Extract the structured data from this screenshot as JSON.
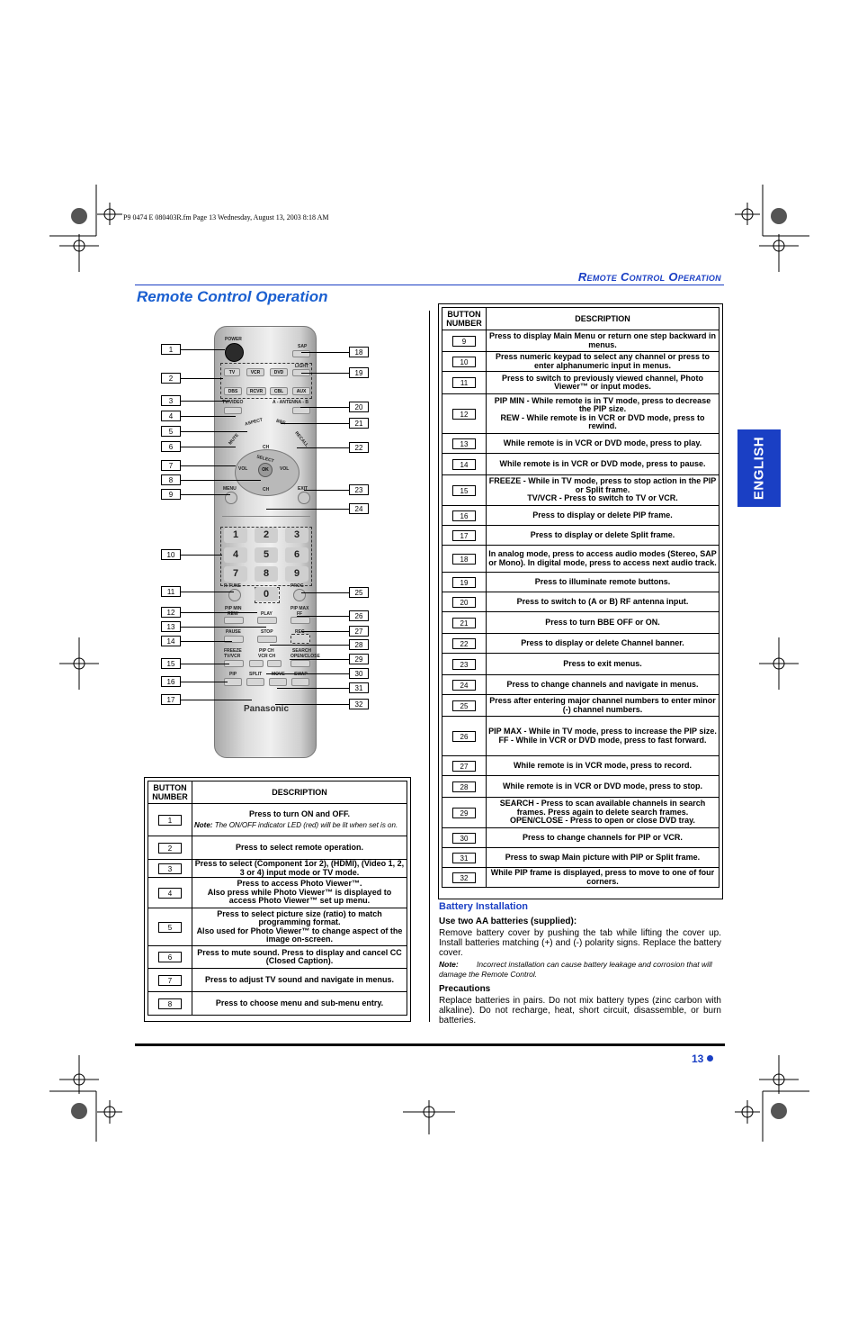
{
  "file_info": "P9 0474 E  080403R.fm  Page 13  Wednesday, August 13, 2003  8:18 AM",
  "running_header": "Remote Control Operation",
  "page_title": "Remote Control Operation",
  "side_tab": "ENGLISH",
  "page_number": "13",
  "remote": {
    "labels": {
      "power": "POWER",
      "sap": "SAP",
      "tv": "TV",
      "vcr": "VCR",
      "dvd": "DVD",
      "light": "LIGHT",
      "dbs": "DBS",
      "rcvr": "RCVR",
      "cbl": "CBL",
      "aux": "AUX",
      "tvvideo": "TV/VIDEO",
      "antenna": "A - ANTENNA - B",
      "aspect": "ASPECT",
      "bbe": "BBE",
      "mute": "MUTE",
      "recall": "RECALL",
      "ch_up": "CH",
      "select": "SELECT",
      "vol_left": "VOL",
      "ok": "OK",
      "vol_right": "VOL",
      "ch_down": "CH",
      "menu": "MENU",
      "exit": "EXIT",
      "digits": [
        "1",
        "2",
        "3",
        "4",
        "5",
        "6",
        "7",
        "8",
        "9",
        "0"
      ],
      "rtune": "R-TUNE",
      "prog": "PROG",
      "pipmin": "PIP MIN",
      "rew": "REW",
      "play": "PLAY",
      "pipmax": "PIP MAX",
      "ff": "FF",
      "pause": "PAUSE",
      "stop": "STOP",
      "rec": "REC",
      "freeze": "FREEZE",
      "tvvcr": "TV/VCR",
      "pipch": "PIP CH",
      "vcrch": "VCR CH",
      "search": "SEARCH",
      "openclose": "OPEN/CLOSE",
      "pip": "PIP",
      "split": "SPLIT",
      "move": "MOVE",
      "swap": "SWAP",
      "brand": "Panasonic"
    },
    "left_callouts": [
      "1",
      "2",
      "3",
      "4",
      "5",
      "6",
      "7",
      "8",
      "9",
      "10",
      "11",
      "12",
      "13",
      "14",
      "15",
      "16",
      "17"
    ],
    "right_callouts": [
      "18",
      "19",
      "20",
      "21",
      "22",
      "23",
      "24",
      "25",
      "26",
      "27",
      "28",
      "29",
      "30",
      "31",
      "32"
    ]
  },
  "table_left": {
    "header_num": "BUTTON NUMBER",
    "header_desc": "DESCRIPTION",
    "rows": [
      {
        "num": "1",
        "desc": "Press to turn ON and OFF.",
        "note_label": "Note:",
        "note": "The ON/OFF indicator LED (red) will be lit when set is on."
      },
      {
        "num": "2",
        "desc": "Press to select remote operation."
      },
      {
        "num": "3",
        "desc": "Press to select (Component 1or 2), (HDMI), (Video 1, 2, 3 or 4) input mode or TV mode."
      },
      {
        "num": "4",
        "desc": "Press to access Photo Viewer™.\nAlso press while Photo Viewer™ is displayed to access Photo Viewer™ set up menu."
      },
      {
        "num": "5",
        "desc": "Press to select picture size (ratio) to match programming format.\nAlso used for Photo Viewer™ to change aspect of the image on-screen."
      },
      {
        "num": "6",
        "desc": "Press to mute sound. Press to display and cancel CC (Closed Caption)."
      },
      {
        "num": "7",
        "desc": "Press to adjust TV sound and navigate in menus."
      },
      {
        "num": "8",
        "desc": "Press to choose menu and sub-menu entry."
      }
    ]
  },
  "table_right": {
    "header_num": "BUTTON NUMBER",
    "header_desc": "DESCRIPTION",
    "rows": [
      {
        "num": "9",
        "desc": "Press to display Main Menu or return one step backward in menus."
      },
      {
        "num": "10",
        "desc": "Press numeric keypad to select any channel or press to enter alphanumeric input in menus."
      },
      {
        "num": "11",
        "desc": "Press to switch to previously viewed channel, Photo Viewer™ or input modes."
      },
      {
        "num": "12",
        "desc": "PIP MIN - While remote is in TV mode, press to decrease the PIP size.\nREW - While remote is in VCR or DVD mode, press to rewind."
      },
      {
        "num": "13",
        "desc": "While remote is in VCR or DVD mode, press to play."
      },
      {
        "num": "14",
        "desc": "While remote is in VCR or DVD mode, press to pause."
      },
      {
        "num": "15",
        "desc": "FREEZE - While in TV mode, press to stop action in the PIP or Split frame.\nTV/VCR - Press to switch to TV or VCR."
      },
      {
        "num": "16",
        "desc": "Press to display or delete PIP frame."
      },
      {
        "num": "17",
        "desc": "Press to display or delete Split frame."
      },
      {
        "num": "18",
        "desc": "In analog mode, press to access audio modes (Stereo, SAP or Mono). In digital mode, press to access next audio track."
      },
      {
        "num": "19",
        "desc": "Press to illuminate remote buttons."
      },
      {
        "num": "20",
        "desc": "Press to switch to (A or B) RF antenna input."
      },
      {
        "num": "21",
        "desc": "Press to turn BBE OFF or ON."
      },
      {
        "num": "22",
        "desc": "Press to display or delete Channel banner."
      },
      {
        "num": "23",
        "desc": "Press to exit menus."
      },
      {
        "num": "24",
        "desc": "Press to change channels and navigate in menus."
      },
      {
        "num": "25",
        "desc": "Press after entering major channel numbers to enter minor (-) channel numbers."
      },
      {
        "num": "26",
        "desc": "PIP MAX - While in TV mode, press to increase the PIP size.\nFF - While in VCR or DVD mode, press to fast forward."
      },
      {
        "num": "27",
        "desc": "While remote is in VCR mode, press to record."
      },
      {
        "num": "28",
        "desc": "While remote is in VCR or DVD mode, press to stop."
      },
      {
        "num": "29",
        "desc": "SEARCH - Press to scan available channels in search frames. Press again to delete search frames.\nOPEN/CLOSE - Press to open or close DVD tray."
      },
      {
        "num": "30",
        "desc": "Press to change channels for PIP or VCR."
      },
      {
        "num": "31",
        "desc": "Press to swap Main picture with PIP or Split frame."
      },
      {
        "num": "32",
        "desc": "While PIP frame is displayed, press to move to one of four corners."
      }
    ]
  },
  "battery": {
    "title": "Battery Installation",
    "subtitle": "Use two AA batteries (supplied):",
    "text": "Remove battery cover by pushing the tab while lifting the cover up. Install batteries matching (+) and (-) polarity signs. Replace the battery cover.",
    "note_label": "Note:",
    "note": "Incorrect installation can cause battery leakage and corrosion that will damage the Remote Control.",
    "precautions_title": "Precautions",
    "precautions_text": "Replace batteries in pairs. Do not mix battery types (zinc carbon with alkaline). Do not recharge, heat, short circuit, disassemble, or burn batteries."
  }
}
